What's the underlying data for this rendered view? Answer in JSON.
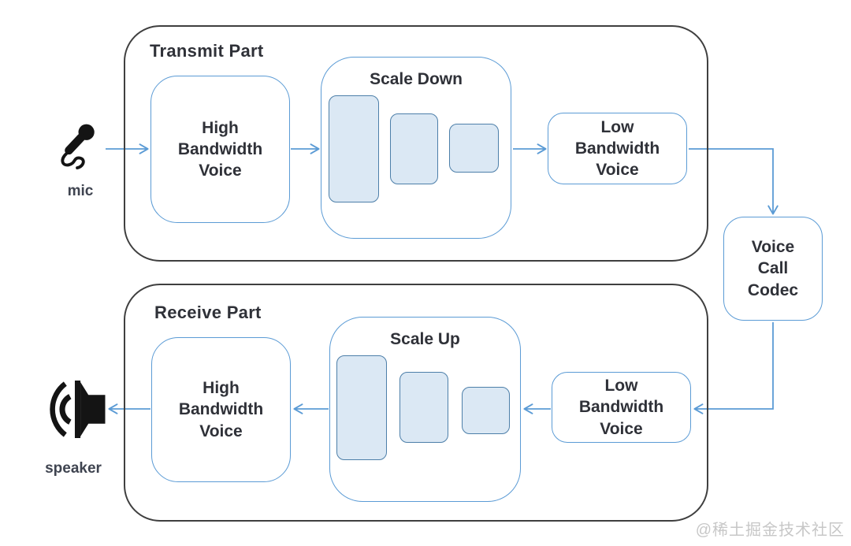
{
  "transmit": {
    "title": "Transmit Part",
    "high_bandwidth_voice": "High\nBandwidth\nVoice",
    "scale_down_title": "Scale Down",
    "low_bandwidth_voice": "Low\nBandwidth\nVoice"
  },
  "receive": {
    "title": "Receive Part",
    "high_bandwidth_voice": "High\nBandwidth\nVoice",
    "scale_up_title": "Scale Up",
    "low_bandwidth_voice": "Low\nBandwidth\nVoice"
  },
  "codec": {
    "label": "Voice\nCall\nCodec"
  },
  "endpoints": {
    "mic_label": "mic",
    "mic_icon": "mic-icon",
    "speaker_label": "speaker",
    "speaker_icon": "speaker-icon"
  },
  "watermark": "@稀土掘金技术社区",
  "colors": {
    "connector_blue": "#5b9bd5",
    "bar_fill": "#dbe8f4",
    "bar_border": "#4d7fa9",
    "outer_border": "#3f3f3f",
    "text": "#2f3138",
    "endpoint_text": "#3f4450",
    "watermark": "#c7c7c7",
    "icon_black": "#141414"
  }
}
